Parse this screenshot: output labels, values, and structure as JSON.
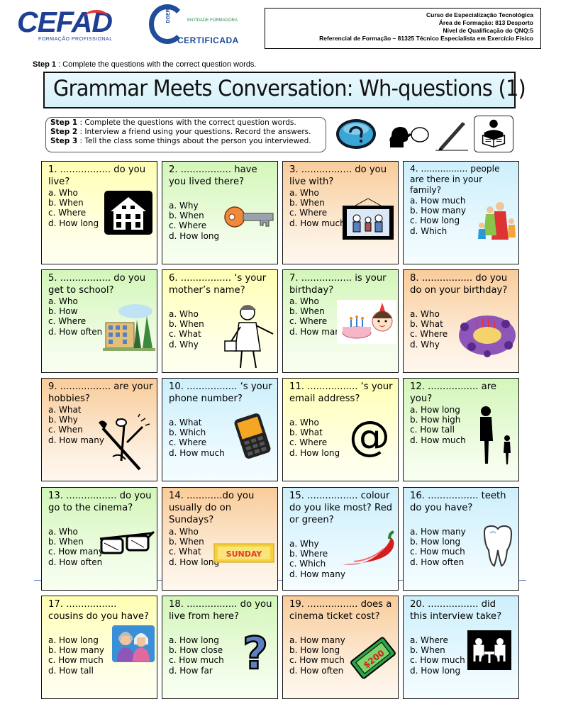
{
  "header": {
    "logo_text": "CEFAD",
    "logo_subtitle": "FORMAÇÃO PROFISSIONAL",
    "cert_logo_mark": "DGERT",
    "cert_logo_small": "ENTIDADE FORMADORA",
    "cert_logo_text": "CERTIFICADA",
    "course_lines": [
      "Curso de Especialização Tecnológica",
      "Área de Formação: 813 Desporto",
      "Nível de Qualificação do QNQ:5",
      "Referencial de Formação – 81325 Técnico Especialista em Exercício Físico"
    ]
  },
  "top_step": {
    "label": "Step 1",
    "text": " : Complete the questions with the correct question words."
  },
  "title": "Grammar Meets Conversation: Wh-questions (1)",
  "steps": [
    {
      "label": "Step 1",
      "text": " : Complete the questions with the correct question words."
    },
    {
      "label": "Step 2",
      "text": " : Interview a friend using your questions. Record the answers."
    },
    {
      "label": "Step 3",
      "text": " : Tell the class some things about the person you interviewed."
    }
  ],
  "questions": [
    {
      "prompt": "1. ................. do you live?",
      "options": [
        "a. Who",
        "b. When",
        "c. Where",
        "d. How long"
      ],
      "picture": "house-icon"
    },
    {
      "prompt": "2. ................. have you lived there?",
      "options": [
        "a. Why",
        "b. When",
        "c. Where",
        "d. How long"
      ],
      "picture": "key-icon"
    },
    {
      "prompt": "3. ................. do you live with?",
      "options": [
        "a. Who",
        "b. When",
        "c. Where",
        "d. How much"
      ],
      "picture": "family-photo-icon"
    },
    {
      "prompt": "4. ................. people are there in your family?",
      "options": [
        "a. How much",
        "b. How many",
        "c. How long",
        "d. Which"
      ],
      "picture": "family-icon"
    },
    {
      "prompt": "5. ................. do you get to school?",
      "options": [
        "a. Who",
        "b. How",
        "c. Where",
        "d. How often"
      ],
      "picture": "school-building-icon"
    },
    {
      "prompt": "6. ................. ‘s your mother’s name?",
      "options": [
        "a. Who",
        "b. When",
        "c. What",
        "d. Why"
      ],
      "picture": "mother-icon"
    },
    {
      "prompt": "7. ................. is your birthday?",
      "options": [
        "a. Who",
        "b. When",
        "c. Where",
        "d. How many"
      ],
      "picture": "birthday-cake-icon"
    },
    {
      "prompt": "8. ................. do you do on your birthday?",
      "options": [
        "a. Who",
        "b. What",
        "c. Where",
        "d. Why"
      ],
      "picture": "party-icon"
    },
    {
      "prompt": "9. ................. are your hobbies?",
      "options": [
        "a. What",
        "b. Why",
        "c. When",
        "d. How many"
      ],
      "picture": "paintbrush-icon"
    },
    {
      "prompt": "10. ................. ‘s your phone number?",
      "options": [
        "a. What",
        "b. Which",
        "c. Where",
        "d. How much"
      ],
      "picture": "phone-icon"
    },
    {
      "prompt": "11. ................. ‘s your email address?",
      "options": [
        "a. Who",
        "b. What",
        "c. Where",
        "d. How long"
      ],
      "picture": "at-sign-icon"
    },
    {
      "prompt": "12. ................. are you?",
      "options": [
        "a. How long",
        "b. How high",
        "c. How tall",
        "d. How much"
      ],
      "picture": "height-silhouette-icon"
    },
    {
      "prompt": "13. ................. do you go to the cinema?",
      "options": [
        "a. Who",
        "b. When",
        "c. How many",
        "d. How often"
      ],
      "picture": "3d-glasses-icon"
    },
    {
      "prompt": "14. ............do you usually do on Sundays?",
      "options": [
        "a. Who",
        "b. When",
        "c. What",
        "d. How long"
      ],
      "picture": "sunday-sign-icon",
      "picture_text": "SUNDAY"
    },
    {
      "prompt": "15. ................. colour do you like most? Red or green?",
      "options": [
        "a. Why",
        "b. Where",
        "c. Which",
        "d. How many"
      ],
      "picture": "chili-pepper-icon"
    },
    {
      "prompt": "16. ................. teeth do you have?",
      "options": [
        "a. How many",
        "b. How long",
        "c. How much",
        "d. How often"
      ],
      "picture": "tooth-icon"
    },
    {
      "prompt": "17. ................. cousins do you have?",
      "options": [
        "a. How long",
        "b. How many",
        "c. How much",
        "d. How tall"
      ],
      "picture": "cousins-icon"
    },
    {
      "prompt": "18. ................. do you live from here?",
      "options": [
        "a. How long",
        "b. How close",
        "c. How much",
        "d. How far"
      ],
      "picture": "question-mark-icon"
    },
    {
      "prompt": "19. ................. does a cinema ticket cost?",
      "options": [
        "a. How many",
        "b. How long",
        "c. How much",
        "d. How often"
      ],
      "picture": "ticket-icon",
      "picture_text": "$200"
    },
    {
      "prompt": "20. ................. did this interview take?",
      "options": [
        "a. Where",
        "b. When",
        "c. How much",
        "d. How long"
      ],
      "picture": "interview-icon"
    }
  ]
}
